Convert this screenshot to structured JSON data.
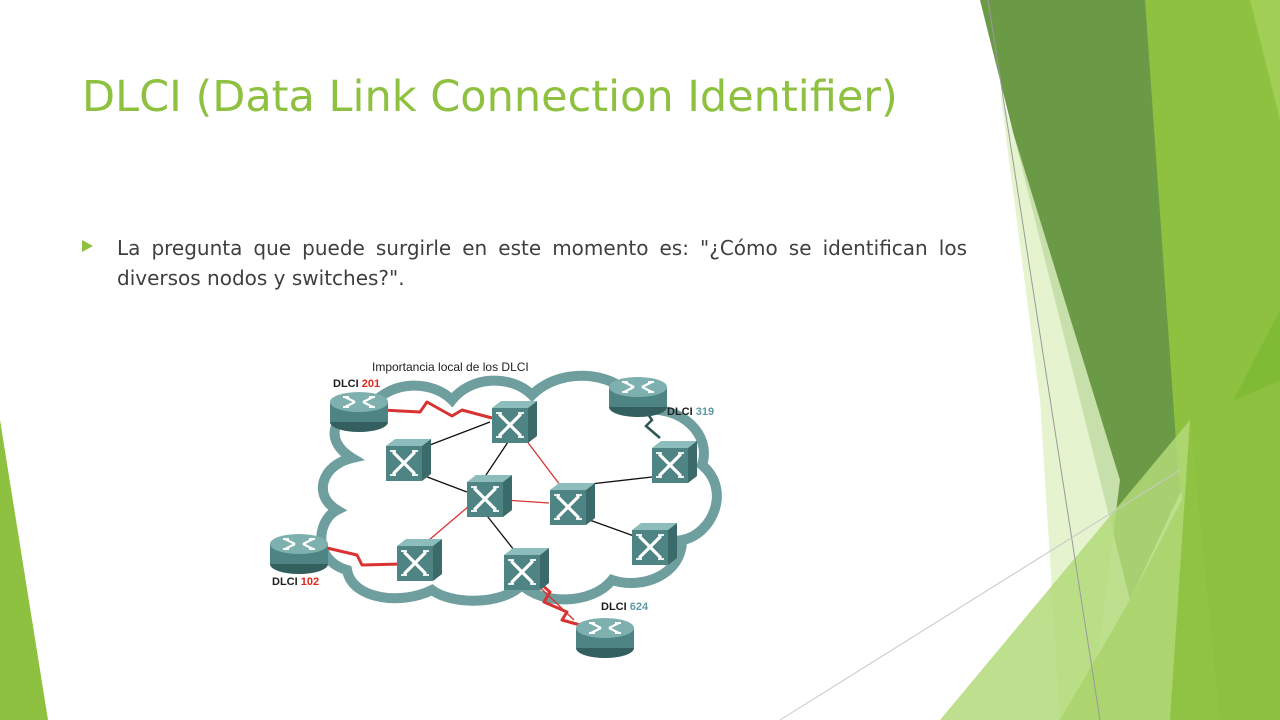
{
  "slide": {
    "title": "DLCI (Data Link Connection Identifier)",
    "bullets": [
      "La pregunta que puede surgirle en este momento es: \"¿Cómo se identifican los diversos nodos y switches?\"."
    ]
  },
  "diagram": {
    "caption": "Importancia local de los DLCI",
    "dlci_prefix": "DLCI",
    "dlci_labels": [
      {
        "id": "r1",
        "value": "201",
        "color": "#e1261c"
      },
      {
        "id": "r2",
        "value": "319",
        "color": "#5e9aa6"
      },
      {
        "id": "r3",
        "value": "102",
        "color": "#e1261c"
      },
      {
        "id": "r4",
        "value": "624",
        "color": "#5e9aa6"
      }
    ],
    "colors": {
      "cloud": "#6f9e9f",
      "device": "#4e8484",
      "link_black": "#111111",
      "link_red": "#d83232",
      "accent_green": "#8dc13f"
    }
  }
}
